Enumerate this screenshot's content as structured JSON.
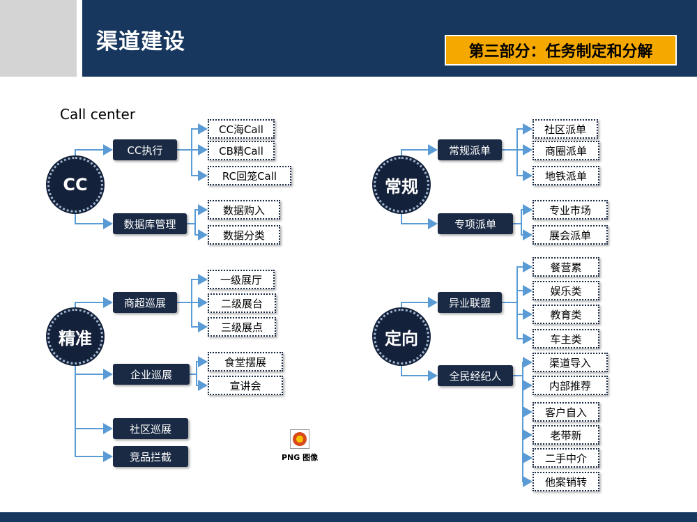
{
  "header": {
    "title": "渠道建设",
    "section": "第三部分：任务制定和分解"
  },
  "cc": {
    "subtitle": "Call  center",
    "circle": "CC",
    "branch1": {
      "label": "CC执行",
      "leaves": [
        "CC海Call",
        "CB精Call",
        "RC回笼Call"
      ]
    },
    "branch2": {
      "label": "数据库管理",
      "leaves": [
        "数据购入",
        "数据分类"
      ]
    }
  },
  "changgui": {
    "circle": "常规",
    "branch1": {
      "label": "常规派单",
      "leaves": [
        "社区派单",
        "商圈派单",
        "地铁派单"
      ]
    },
    "branch2": {
      "label": "专项派单",
      "leaves": [
        "专业市场",
        "展会派单"
      ]
    }
  },
  "jingzhun": {
    "circle": "精准",
    "branch1": {
      "label": "商超巡展",
      "leaves": [
        "一级展厅",
        "二级展台",
        "三级展点"
      ]
    },
    "branch2": {
      "label": "企业巡展",
      "leaves": [
        "食堂摆展",
        "宣讲会"
      ]
    },
    "branch3": {
      "label": "社区巡展"
    },
    "branch4": {
      "label": "竞品拦截"
    }
  },
  "dingxiang": {
    "circle": "定向",
    "branch1": {
      "label": "异业联盟",
      "leaves": [
        "餐营累",
        "娱乐类",
        "教育类",
        "车主类"
      ]
    },
    "branch2": {
      "label": "全民经纪人",
      "leaves": [
        "渠道导入",
        "内部推荐",
        "客户自入",
        "老带新",
        "二手中介",
        "他案销转"
      ]
    }
  },
  "image_icon": {
    "label": "PNG 图像"
  },
  "colors": {
    "navy": "#17375e",
    "node": "#1a2a44",
    "badge": "#f5a800",
    "connector": "#5b9bd5"
  }
}
